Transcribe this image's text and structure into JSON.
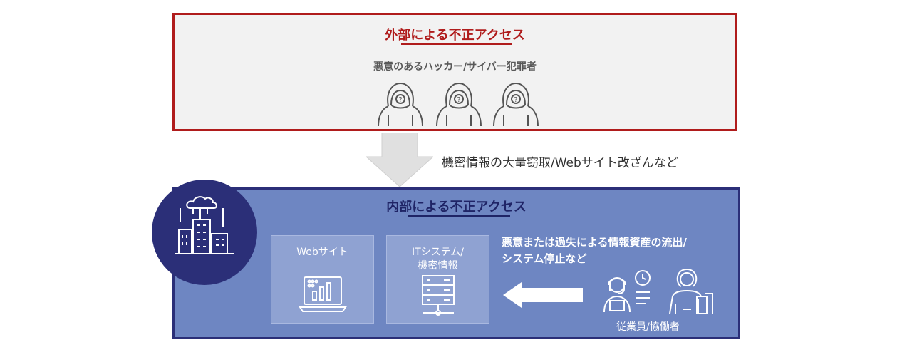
{
  "external": {
    "title": "外部による不正アクセス",
    "actor_label": "悪意のあるハッカー/サイバー犯罪者"
  },
  "attack_text": "機密情報の大量窃取/Webサイト改ざんなど",
  "internal": {
    "title": "内部による不正アクセス",
    "web_panel_label": "Webサイト",
    "it_panel_line1": "ITシステム/",
    "it_panel_line2": "機密情報",
    "leak_line1": "悪意または過失による情報資産の流出/",
    "leak_line2": "システム停止など",
    "employees_label": "従業員/協働者"
  },
  "colors": {
    "external_border": "#b01c1c",
    "external_bg": "#f2f2f2",
    "internal_border": "#2b2f78",
    "internal_bg": "#6e86c2",
    "panel_bg": "#8fa2d2",
    "circle_bg": "#2b2f78"
  },
  "icons": {
    "hacker": "hooded-hacker-icon",
    "building": "cloud-building-icon",
    "web": "laptop-chart-icon",
    "server": "server-rack-icon",
    "employee": "headset-operator-icon",
    "worker": "office-worker-icon"
  }
}
